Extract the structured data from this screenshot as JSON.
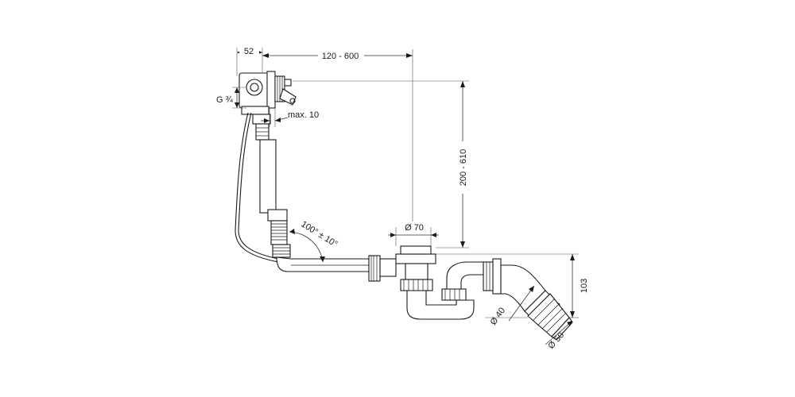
{
  "dimensions": {
    "width_52": "52",
    "range_120_600": "120 - 600",
    "thread": "G ¾",
    "max_10": "max. 10",
    "height_200_610": "200 - 610",
    "angle": "100° ± 10°",
    "dia_70": "Ø 70",
    "height_103": "103",
    "dia_40": "Ø 40",
    "dia_50": "Ø 50"
  }
}
